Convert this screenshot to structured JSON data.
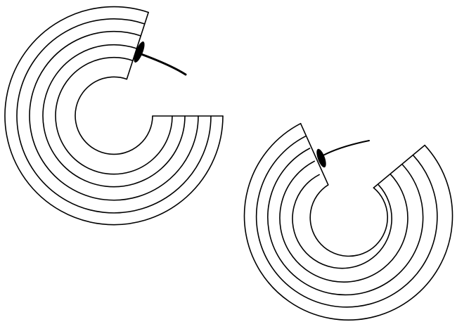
{
  "colors": {
    "background": "#ffffff",
    "stroke": "#000000"
  },
  "figures": [
    {
      "name": "left-ring-figure",
      "ring_count": 6,
      "opening": "right",
      "marker": "pointer-icon"
    },
    {
      "name": "right-ring-figure",
      "ring_count": 6,
      "opening": "top-right",
      "marker": "pointer-icon"
    }
  ]
}
